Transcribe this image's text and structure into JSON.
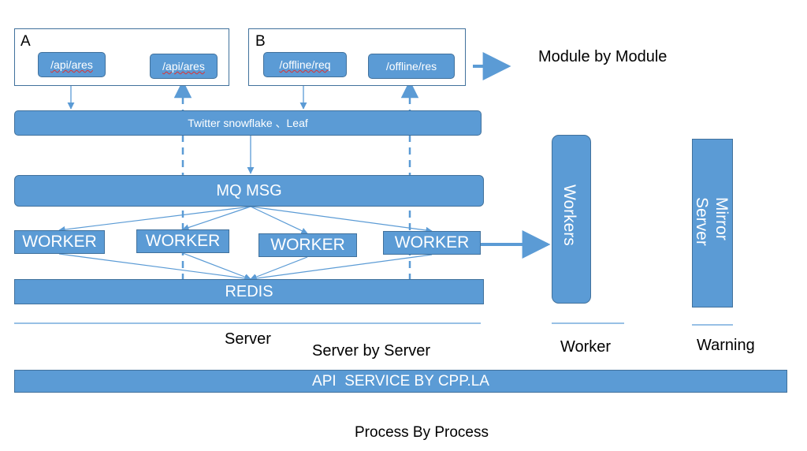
{
  "module_a": {
    "letter": "A",
    "left_endpoint": "/api/ares",
    "right_endpoint": "/api/ares"
  },
  "module_b": {
    "letter": "B",
    "left_endpoint": "/offline/req",
    "right_endpoint": "/offline/res"
  },
  "module_label": "Module by Module",
  "id_generator": "Twitter snowflake 、Leaf",
  "mq": "MQ MSG",
  "workers": [
    "WORKER",
    "WORKER",
    "WORKER",
    "WORKER"
  ],
  "redis": "REDIS",
  "workers_box": "Workers",
  "mirror_box": "Mirror Server",
  "server_label": "Server",
  "server_by_server": "Server by Server",
  "worker_label": "Worker",
  "warning_label": "Warning",
  "api_bar": "API  SERVICE BY CPP.LA",
  "process_label": "Process By Process",
  "colors": {
    "fill": "#5b9bd5",
    "border": "#41719c",
    "arrow": "#5b9bd5"
  }
}
